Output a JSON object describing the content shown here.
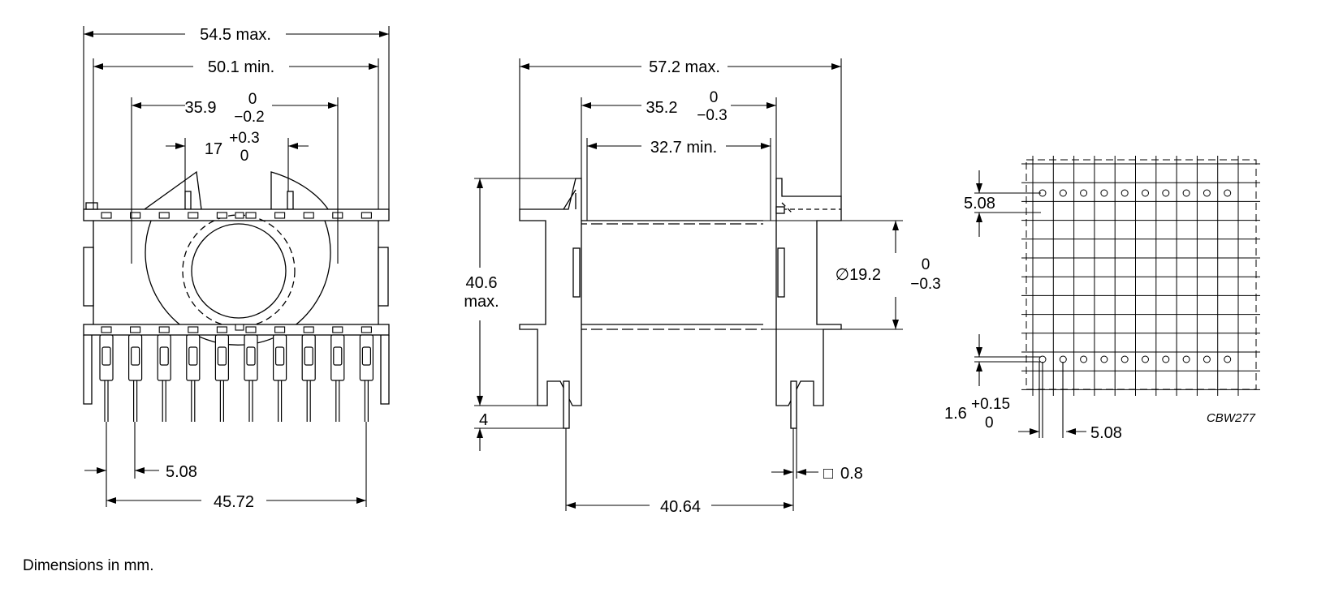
{
  "figure_code": "CBW277",
  "caption": "Dimensions in mm.",
  "front_view": {
    "overall_width": "54.5 max.",
    "inner_width": "50.1 min.",
    "flange_width_nominal": "35.9",
    "flange_width_tol_upper": "0",
    "flange_width_tol_lower": "−0.2",
    "slot_width_nominal": "17",
    "slot_width_tol_upper": "+0.3",
    "slot_width_tol_lower": "0",
    "pin_pitch": "5.08",
    "pin_span": "45.72"
  },
  "side_view": {
    "overall_length": "57.2 max.",
    "flange_span_nominal": "35.2",
    "flange_span_tol_upper": "0",
    "flange_span_tol_lower": "−0.3",
    "winding_width": "32.7 min.",
    "height_value": "40.6",
    "height_qualifier": "max.",
    "core_diameter": "∅19.2",
    "core_diameter_tol_upper": "0",
    "core_diameter_tol_lower": "−0.3",
    "pin_length": "4",
    "pin_row_spacing": "40.64",
    "pin_square_symbol": "□",
    "pin_square_size": "0.8"
  },
  "pcb_layout": {
    "row_pitch": "5.08",
    "hole_diameter_nominal": "1.6",
    "hole_diameter_tol_upper": "+0.15",
    "hole_diameter_tol_lower": "0",
    "grid_pitch": "5.08"
  }
}
